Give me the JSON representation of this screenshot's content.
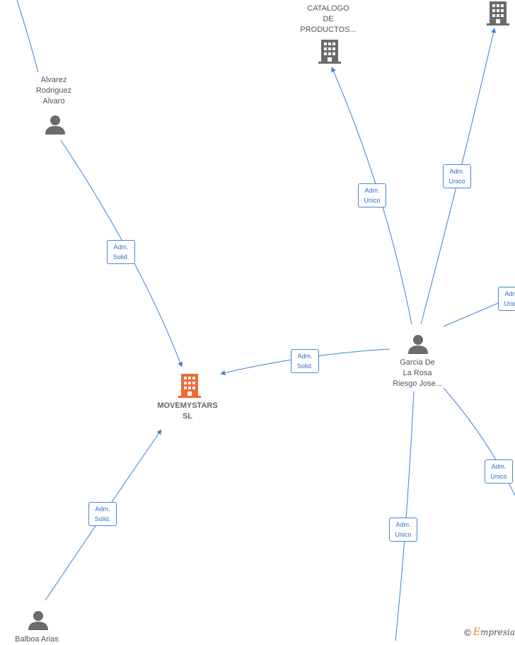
{
  "nodes": {
    "alvarez": {
      "label": "Alvarez\nRodriguez\nAlvaro",
      "type": "person"
    },
    "catalogo": {
      "label": "CATALOGO\nDE\nPRODUCTOS...",
      "type": "company"
    },
    "topright": {
      "label": "",
      "type": "company"
    },
    "movemystars": {
      "label": "MOVEMYSTARS\nSL",
      "type": "company-main"
    },
    "garcia": {
      "label": "Garcia De\nLa Rosa\nRiesgo Jose...",
      "type": "person"
    },
    "balboa": {
      "label": "Balboa Arias",
      "type": "person"
    }
  },
  "edges": {
    "alvarez_move": "Adm.\nSolid.",
    "garcia_catalogo": "Adm.\nUnico",
    "garcia_topright": "Adm.\nUnico",
    "garcia_right": "Adm.\nUnico",
    "garcia_move": "Adm.\nSolid.",
    "garcia_lowright": "Adm.\nUnico",
    "garcia_bottom": "Adm.\nUnico",
    "balboa_move": "Adm.\nSolid."
  },
  "colors": {
    "edge": "#3d7fd6",
    "person": "#6b6b6b",
    "company": "#6b6b6b",
    "company_main": "#f06a35"
  },
  "footer": {
    "copyright_symbol": "©",
    "brand_first": "E",
    "brand_rest": "mpresia"
  }
}
